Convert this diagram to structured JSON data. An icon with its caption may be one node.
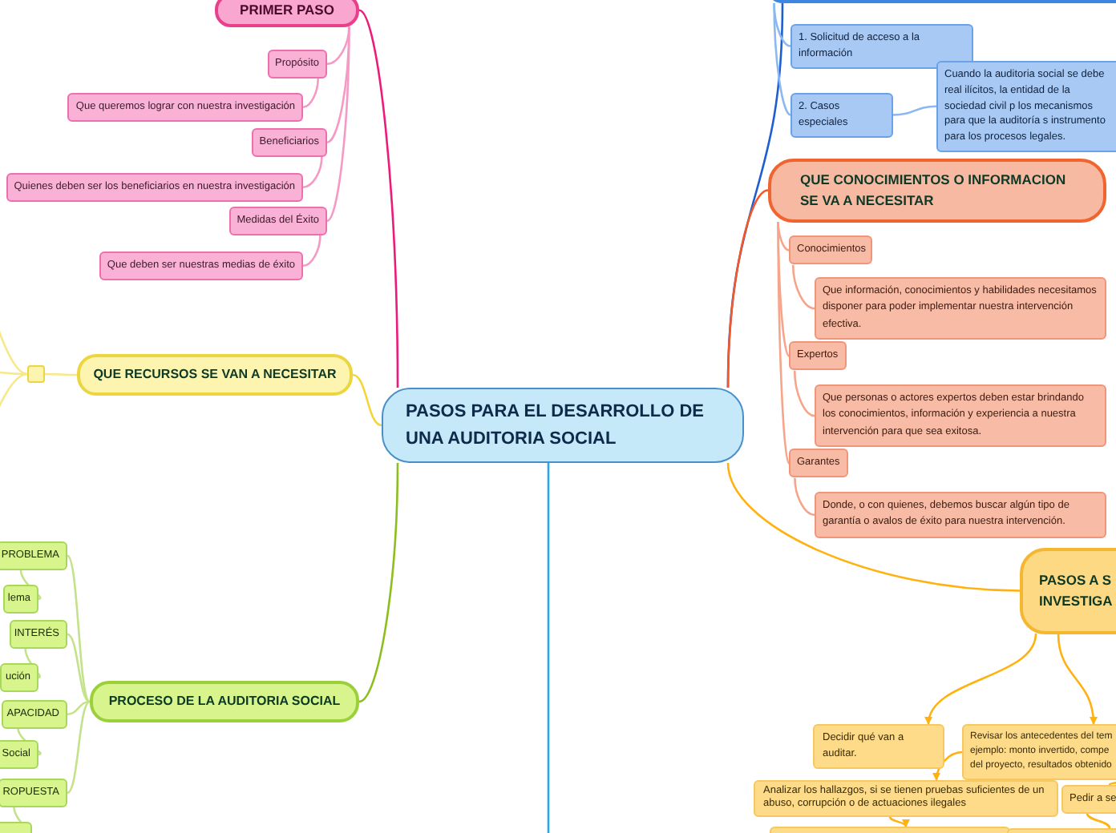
{
  "diagram": {
    "nodes": [
      {
        "text": [
          "PASOS PARA EL DESARROLLO DE UNA AUDITORIA SOCIAL"
        ]
      },
      {
        "text": [
          "PRIMER PASO"
        ]
      },
      {
        "text": [
          "Propósito"
        ]
      },
      {
        "text": [
          "Que queremos lograr con nuestra investigación"
        ]
      },
      {
        "text": [
          "Beneficiarios"
        ]
      },
      {
        "text": [
          "Quienes deben ser los beneficiarios en nuestra investigación"
        ]
      },
      {
        "text": [
          "Medidas del Éxito"
        ]
      },
      {
        "text": [
          "Que deben ser nuestras medias de éxito"
        ]
      },
      {
        "text": [],
        "shape": "box"
      },
      {
        "text": [
          "1. Solicitud de acceso a la información"
        ]
      },
      {
        "text": [
          "2. Casos especiales"
        ]
      },
      {
        "text": [
          "Cuando la auditoria social se debe real ilícitos, la entidad de la sociedad civil p los mecanismos para que la auditoría s instrumento para los procesos legales."
        ]
      },
      {
        "text": [
          "QUE CONOCIMIENTOS O INFORMACION SE VA A NECESITAR"
        ]
      },
      {
        "text": [
          "Conocimientos"
        ]
      },
      {
        "text": [
          "Que información, conocimientos y habilidades necesitamos disponer para poder implementar nuestra intervención efectiva."
        ]
      },
      {
        "text": [
          "Expertos"
        ]
      },
      {
        "text": [
          "Que personas o actores expertos deben estar brindando los conocimientos, información y experiencia a nuestra intervención para que sea exitosa."
        ]
      },
      {
        "text": [
          "Garantes"
        ]
      },
      {
        "text": [
          "Donde, o con quienes, debemos buscar algún tipo de garantía o avalos de éxito para nuestra intervención."
        ]
      },
      {
        "text": [
          "PASOS A S INVESTIGA"
        ]
      },
      {
        "text": [
          "Decidir qué van a auditar."
        ]
      },
      {
        "text": [
          "Revisar los antecedentes del tem ejemplo: monto invertido, compe del proyecto, resultados obtenido"
        ]
      },
      {
        "text": [
          "Analizar los hallazgos, si se tienen pruebas suficientes de un abuso, corrupción o de actuaciones ilegales"
        ]
      },
      {
        "text": [
          "Pedir a se"
        ]
      },
      {
        "text": [],
        "shape": "box"
      },
      {
        "text": [],
        "shape": "box"
      },
      {
        "text": [
          "QUE RECURSOS SE VAN A NECESITAR"
        ]
      },
      {
        "text": [],
        "shape": "box"
      },
      {
        "text": [
          "PROCESO DE LA AUDITORIA SOCIAL"
        ]
      },
      {
        "text": [
          "PROBLEMA"
        ]
      },
      {
        "text": [
          "lema"
        ]
      },
      {
        "text": [
          "INTERÉS"
        ]
      },
      {
        "text": [
          "ución"
        ]
      },
      {
        "text": [
          "APACIDAD"
        ]
      },
      {
        "text": [
          "Social"
        ]
      },
      {
        "text": [
          "ROPUESTA"
        ]
      },
      {
        "text": [],
        "shape": "box"
      }
    ],
    "edges": [
      {
        "from": 0,
        "to": 1,
        "arrow": "none",
        "color": "#ee1a7b"
      },
      {
        "from": 1,
        "to": 2,
        "arrow": "none",
        "color": "#f59ac4"
      },
      {
        "from": 2,
        "to": 3,
        "arrow": "none",
        "color": "#f59ac4"
      },
      {
        "from": 1,
        "to": 4,
        "arrow": "none",
        "color": "#f59ac4"
      },
      {
        "from": 4,
        "to": 5,
        "arrow": "none",
        "color": "#f59ac4"
      },
      {
        "from": 1,
        "to": 6,
        "arrow": "none",
        "color": "#f59ac4"
      },
      {
        "from": 6,
        "to": 7,
        "arrow": "none",
        "color": "#f59ac4"
      },
      {
        "from": 0,
        "to": 8,
        "arrow": "none",
        "color": "#1d5fd0"
      },
      {
        "from": 8,
        "to": 9,
        "arrow": "none",
        "color": "#8ab8f0"
      },
      {
        "from": 8,
        "to": 10,
        "arrow": "none",
        "color": "#8ab8f0"
      },
      {
        "from": 10,
        "to": 11,
        "arrow": "none",
        "color": "#8ab8f0"
      },
      {
        "from": 0,
        "to": 12,
        "arrow": "none",
        "color": "#f4572a"
      },
      {
        "from": 12,
        "to": 13,
        "arrow": "none",
        "color": "#f6a58a"
      },
      {
        "from": 13,
        "to": 14,
        "arrow": "none",
        "color": "#f6a58a"
      },
      {
        "from": 12,
        "to": 15,
        "arrow": "none",
        "color": "#f6a58a"
      },
      {
        "from": 15,
        "to": 16,
        "arrow": "none",
        "color": "#f6a58a"
      },
      {
        "from": 12,
        "to": 17,
        "arrow": "none",
        "color": "#f6a58a"
      },
      {
        "from": 17,
        "to": 18,
        "arrow": "none",
        "color": "#f6a58a"
      },
      {
        "from": 0,
        "to": 19,
        "arrow": "none",
        "color": "#ffb20f"
      },
      {
        "from": 19,
        "to": 20,
        "arrow": "to",
        "color": "#ffb20f"
      },
      {
        "from": 19,
        "to": 21,
        "arrow": "to",
        "color": "#ffb20f"
      },
      {
        "from": 21,
        "to": 22,
        "arrow": "to",
        "color": "#ffb20f"
      },
      {
        "from": 21,
        "to": 23,
        "arrow": "none",
        "color": "#ffb20f"
      },
      {
        "from": 22,
        "to": 24,
        "arrow": "to",
        "color": "#ffb20f"
      },
      {
        "from": 23,
        "to": 25,
        "arrow": "none",
        "color": "#ffb20f"
      },
      {
        "from": 0,
        "to": 26,
        "arrow": "none",
        "color": "#f3d63c"
      },
      {
        "from": 26,
        "to": 27,
        "arrow": "none",
        "color": "#f7e88a"
      },
      {
        "from": 27,
        "to": null,
        "arrow": "none",
        "color": "#f7e88a"
      },
      {
        "from": 27,
        "to": null,
        "arrow": "none",
        "color": "#f7e88a"
      },
      {
        "from": 27,
        "to": null,
        "arrow": "none",
        "color": "#f7e88a"
      },
      {
        "from": 0,
        "to": 28,
        "arrow": "none",
        "color": "#8cbe1e"
      },
      {
        "from": 28,
        "to": 29,
        "arrow": "none",
        "color": "#c3e28a"
      },
      {
        "from": 29,
        "to": 30,
        "arrow": "none",
        "color": "#c3e28a"
      },
      {
        "from": 28,
        "to": 31,
        "arrow": "none",
        "color": "#c3e28a"
      },
      {
        "from": 31,
        "to": 32,
        "arrow": "none",
        "color": "#c3e28a"
      },
      {
        "from": 28,
        "to": 33,
        "arrow": "none",
        "color": "#c3e28a"
      },
      {
        "from": 33,
        "to": 34,
        "arrow": "none",
        "color": "#c3e28a"
      },
      {
        "from": 28,
        "to": 35,
        "arrow": "none",
        "color": "#c3e28a"
      },
      {
        "from": 35,
        "to": 36,
        "arrow": "none",
        "color": "#c3e28a"
      },
      {
        "from": 0,
        "to": null,
        "arrow": "none",
        "color": "#2aa7e6"
      }
    ]
  }
}
